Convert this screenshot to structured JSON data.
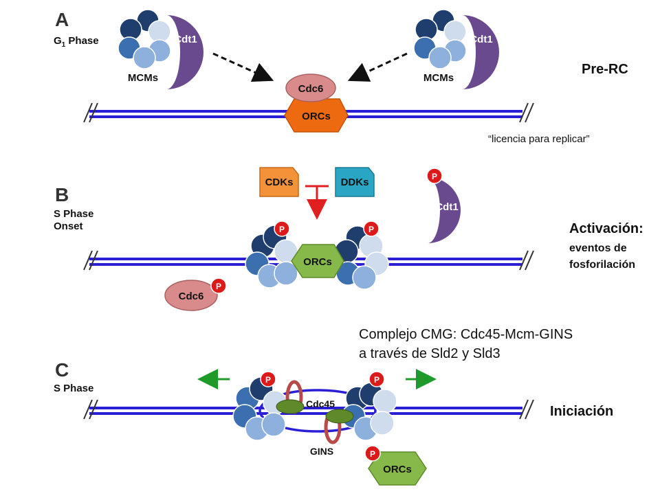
{
  "panels": {
    "a": {
      "letter": "A",
      "phase_main": "G",
      "phase_sub": "1",
      "phase_rest": " Phase"
    },
    "b": {
      "letter": "B",
      "phase_line1": "S Phase",
      "phase_line2": "Onset"
    },
    "c": {
      "letter": "C",
      "phase": "S Phase"
    }
  },
  "labels": {
    "cdt1": "Cdt1",
    "mcms": "MCMs",
    "cdc6": "Cdc6",
    "orcs": "ORCs",
    "cdks": "CDKs",
    "ddks": "DDKs",
    "p": "P",
    "cdc45": "Cdc45",
    "gins": "GINS"
  },
  "side_labels": {
    "pre_rc": "Pre-RC",
    "activacion": "Activación:",
    "eventos": "eventos de",
    "fosforilacion": "fosforilación",
    "iniciacion": "Iniciación"
  },
  "notes": {
    "licencia": "“licencia para replicar”",
    "cmg_line1": "Complejo CMG: Cdc45-Mcm-GINS",
    "cmg_line2": "a través de Sld2 y Sld3"
  },
  "colors": {
    "dna": "#2b1fd6",
    "mcm_dark": "#1f3e6e",
    "mcm_mid": "#3c6fb0",
    "mcm_light": "#8db0dc",
    "mcm_pale": "#cfdcee",
    "cdt1": "#6a4a8f",
    "cdc6": "#d98b8b",
    "orc_a": "#ee6a10",
    "orc_green": "#86b84a",
    "cdk": "#f4923a",
    "ddk": "#2aa6c4",
    "phospho": "#dd1a1a",
    "arrow_green": "#1e9a2a",
    "inhibit": "#e02020",
    "gins_ring": "#b84a4a",
    "cdc45": "#5f8a2a"
  }
}
